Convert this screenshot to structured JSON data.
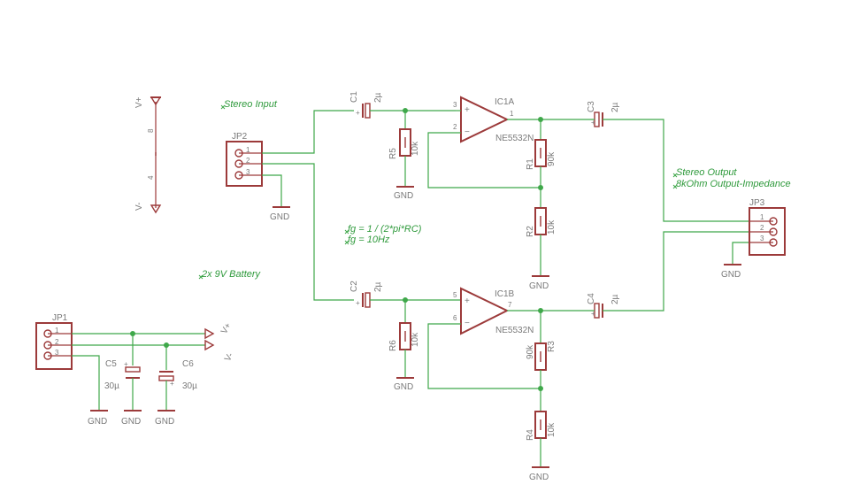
{
  "colors": {
    "wire": "#3fa84a",
    "part": "#9c3a3a",
    "text": "#7a7a7a",
    "note": "#2f9a3c"
  },
  "notes": {
    "stereo_input": "Stereo Input",
    "stereo_output": "Stereo Output",
    "output_impedance": "8kOhm Output-Impedance",
    "fg_formula": "fg = 1 / (2*pi*RC)",
    "fg_value": "fg = 10Hz",
    "battery": "2x 9V Battery"
  },
  "supply": {
    "vplus": "V+",
    "vminus": "V-",
    "pin_8": "8",
    "pin_4": "4"
  },
  "connectors": {
    "jp1": "JP1",
    "jp2": "JP2",
    "jp3": "JP3",
    "pins": [
      "1",
      "2",
      "3"
    ]
  },
  "opamps": {
    "ic1a": {
      "name": "IC1A",
      "type": "NE5532N",
      "pin_plus": "3",
      "pin_minus": "2",
      "pin_out": "1"
    },
    "ic1b": {
      "name": "IC1B",
      "type": "NE5532N",
      "pin_plus": "5",
      "pin_minus": "6",
      "pin_out": "7"
    }
  },
  "capacitors": {
    "c1": {
      "name": "C1",
      "value": "2µ"
    },
    "c2": {
      "name": "C2",
      "value": "2µ"
    },
    "c3": {
      "name": "C3",
      "value": "2µ"
    },
    "c4": {
      "name": "C4",
      "value": "2µ"
    },
    "c5": {
      "name": "C5",
      "value": "30µ"
    },
    "c6": {
      "name": "C6",
      "value": "30µ"
    }
  },
  "resistors": {
    "r1": {
      "name": "R1",
      "value": "90k"
    },
    "r2": {
      "name": "R2",
      "value": "10k"
    },
    "r3": {
      "name": "R3",
      "value": "90k"
    },
    "r4": {
      "name": "R4",
      "value": "10k"
    },
    "r5": {
      "name": "R5",
      "value": "10k"
    },
    "r6": {
      "name": "R6",
      "value": "10k"
    }
  },
  "gnd": "GND",
  "rails": {
    "vplus": "V+",
    "vminus": "V-"
  }
}
